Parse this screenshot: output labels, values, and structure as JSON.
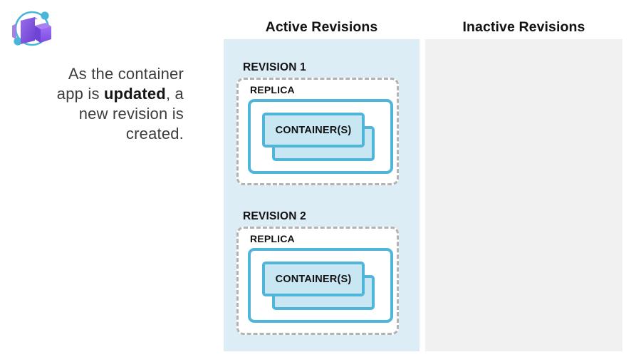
{
  "diagram": {
    "logo": {
      "name": "azure-container-apps-icon"
    },
    "caption": {
      "line1": "As the container",
      "line2_pre": "app is ",
      "line2_bold": "updated",
      "line2_suf": ", a",
      "line3": "new revision is",
      "line4": "created."
    },
    "columns": {
      "active": {
        "title": "Active Revisions"
      },
      "inactive": {
        "title": "Inactive Revisions"
      }
    },
    "revisions": [
      {
        "label": "REVISION 1",
        "replica_label": "REPLICA",
        "container_label": "CONTAINER(S)"
      },
      {
        "label": "REVISION 2",
        "replica_label": "REPLICA",
        "container_label": "CONTAINER(S)"
      }
    ],
    "colors": {
      "active_panel_bg": "#ddedf6",
      "inactive_panel_bg": "#f1f1f1",
      "box_border_blue": "#4fb5d9",
      "container_fill": "#c9e7f3",
      "dashed_border_gray": "#b3b3b3",
      "icon_ring_blue": "#48b7da",
      "icon_purple_main": "#7b4fd8",
      "icon_purple_light": "#a183e2",
      "text_dark": "#3d3d3d"
    }
  }
}
